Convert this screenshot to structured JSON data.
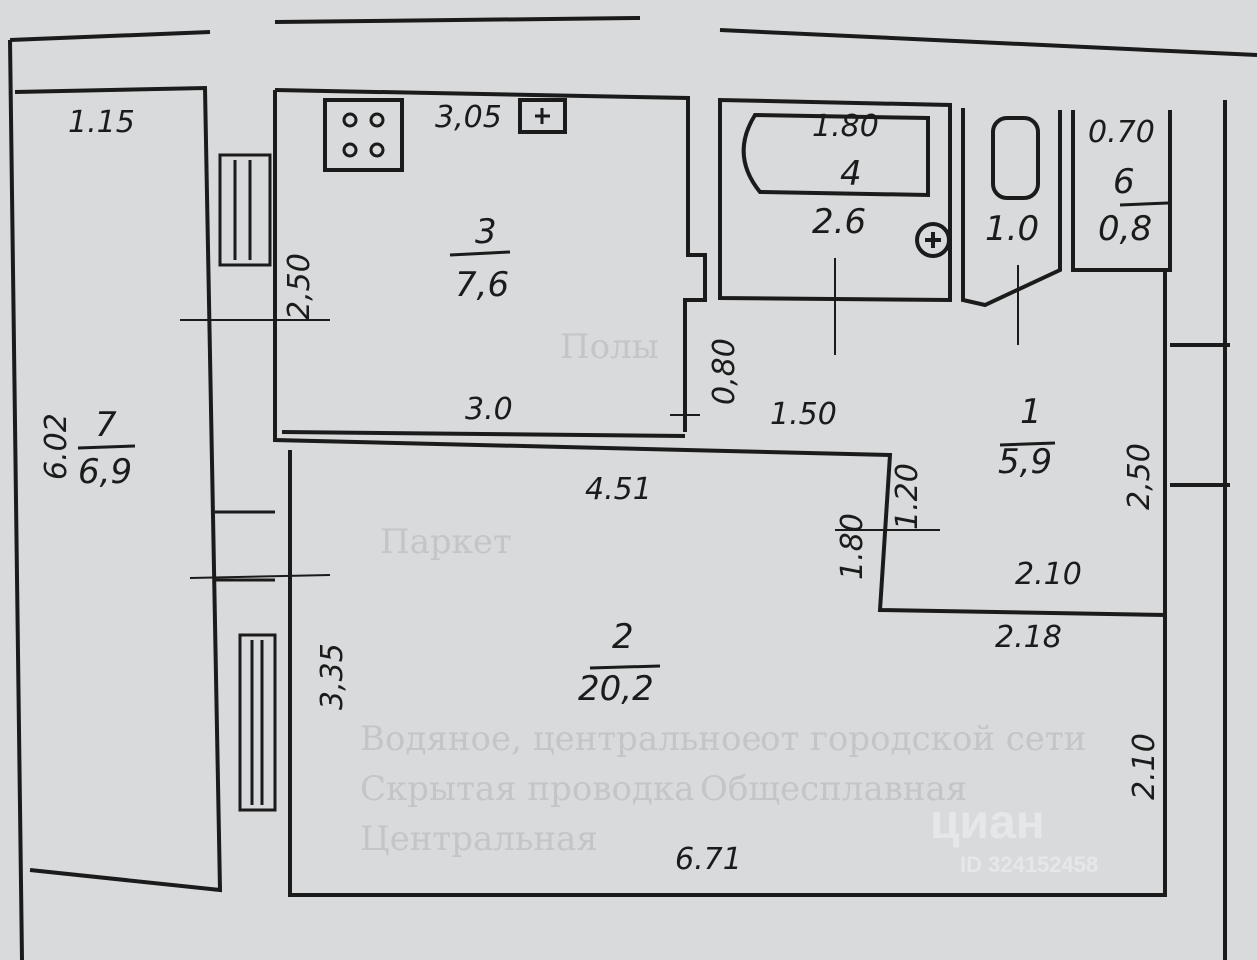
{
  "rooms": [
    {
      "number": "1",
      "area": "5,9"
    },
    {
      "number": "2",
      "area": "20,2"
    },
    {
      "number": "3",
      "area": "7,6"
    },
    {
      "number": "4",
      "area": "2.6"
    },
    {
      "number": "6",
      "area": "0,8"
    },
    {
      "number": "7",
      "area": "6,9"
    }
  ],
  "wc_area": "1.0",
  "dimensions": {
    "loggia_top": "1.15",
    "loggia_side": "6.02",
    "kitchen_top": "3,05",
    "kitchen_side": "2,50",
    "kitchen_bottom": "3.0",
    "bath_top": "1.80",
    "closet_top": "0.70",
    "hall_small": "0,80",
    "hall_bottom": "1.50",
    "hall_side": "2,50",
    "room_top": "4.51",
    "room_side_left": "3,35",
    "room_notch_a": "1.80",
    "room_notch_b": "1.20",
    "room_notch_c": "2.10",
    "room_notch_d": "2.18",
    "room_right": "2.10",
    "room_bottom": "6.71"
  },
  "background_text": [
    "Полы",
    "Паркет",
    "Водяное, центральное",
    "Скрытая проводка",
    "от городской сети",
    "Общесплавная",
    "Центральная"
  ],
  "watermark": {
    "brand": "циан",
    "id": "ID 324152458"
  }
}
